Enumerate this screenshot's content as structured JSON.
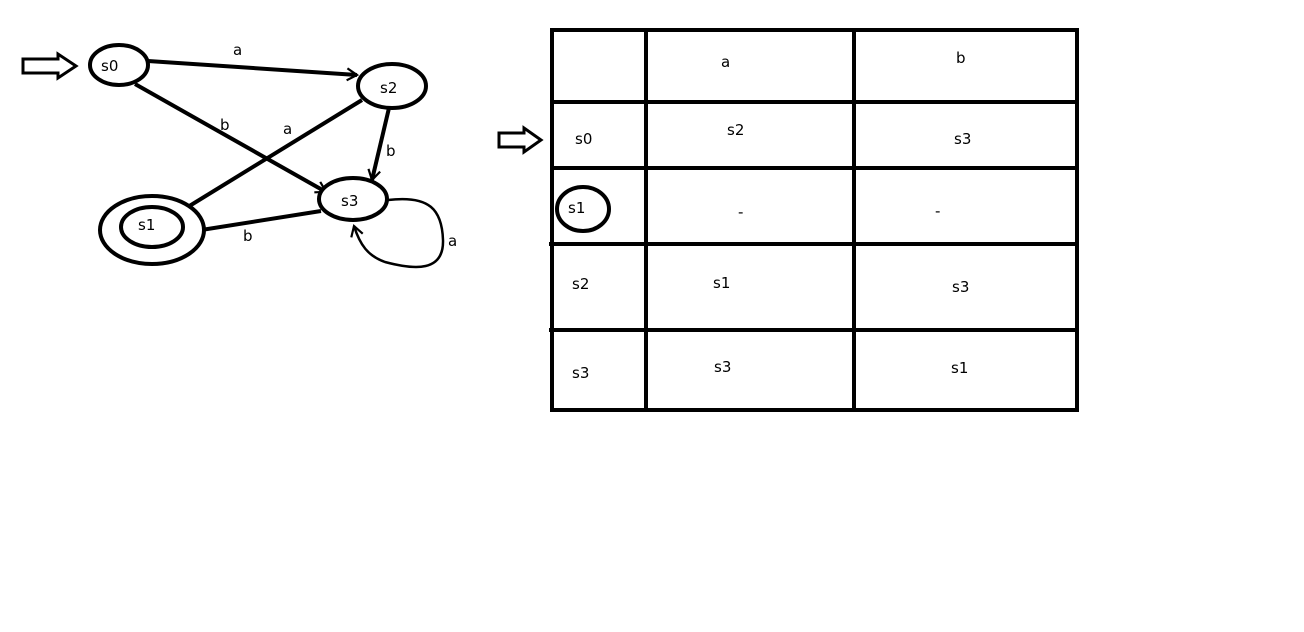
{
  "diagram": {
    "states": [
      {
        "id": "s0",
        "label": "s0",
        "initial": true,
        "accepting": false
      },
      {
        "id": "s1",
        "label": "s1",
        "initial": false,
        "accepting": true
      },
      {
        "id": "s2",
        "label": "s2",
        "initial": false,
        "accepting": false
      },
      {
        "id": "s3",
        "label": "s3",
        "initial": false,
        "accepting": false
      }
    ],
    "transitions": [
      {
        "from": "s0",
        "to": "s2",
        "label": "a"
      },
      {
        "from": "s0",
        "to": "s3",
        "label": "b"
      },
      {
        "from": "s2",
        "to": "s1",
        "label": "a"
      },
      {
        "from": "s2",
        "to": "s3",
        "label": "b"
      },
      {
        "from": "s3",
        "to": "s1",
        "label": "b"
      },
      {
        "from": "s3",
        "to": "s3",
        "label": "a"
      }
    ]
  },
  "table": {
    "header": [
      "",
      "a",
      "b"
    ],
    "rows": [
      {
        "state": "s0",
        "a": "s2",
        "b": "s3",
        "initial": true,
        "accepting": false
      },
      {
        "state": "s1",
        "a": "-",
        "b": "-",
        "initial": false,
        "accepting": true
      },
      {
        "state": "s2",
        "a": "s1",
        "b": "s3",
        "initial": false,
        "accepting": false
      },
      {
        "state": "s3",
        "a": "s3",
        "b": "s1",
        "initial": false,
        "accepting": false
      }
    ]
  }
}
